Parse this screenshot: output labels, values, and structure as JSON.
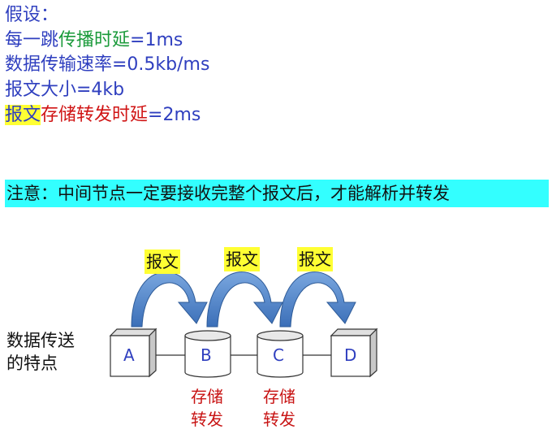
{
  "assumptions": {
    "heading": "假设：",
    "hop_prefix": "每一跳",
    "hop_highlight": "传播时延",
    "hop_value": "=1ms",
    "rate": "数据传输速率=0.5kb/ms",
    "size": "报文大小=4kb",
    "store_highlight": "报文",
    "store_red": "存储转发时延",
    "store_value": "=2ms"
  },
  "notice": "注意：中间节点一定要接收完整个报文后，才能解析并转发",
  "diagram": {
    "side_label_line1": "数据传送",
    "side_label_line2": "的特点",
    "nodes": [
      "A",
      "B",
      "C",
      "D"
    ],
    "message_label": "报文",
    "store_label_line1": "存储",
    "store_label_line2": "转发",
    "colors": {
      "arrow": "#5b8fd0",
      "arrow_dark": "#2e5b98",
      "highlight": "#ffff33",
      "notice_bg": "#33ffff"
    }
  }
}
